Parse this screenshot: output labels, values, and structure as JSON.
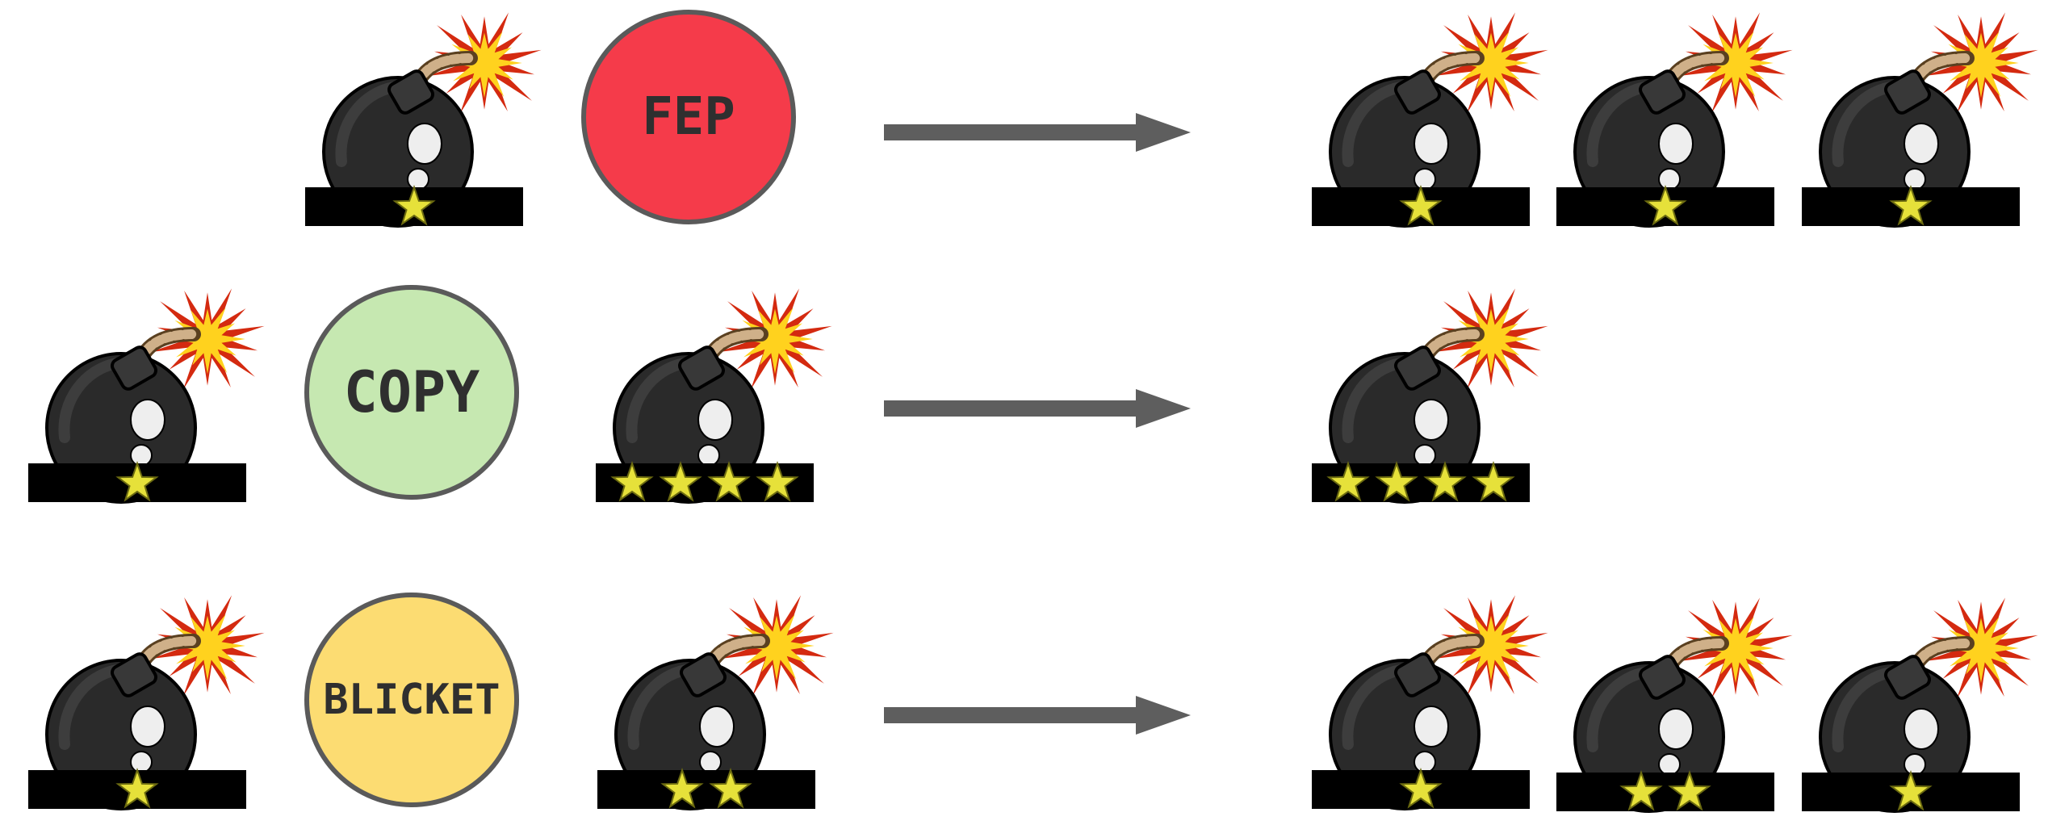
{
  "rows": [
    {
      "operator": {
        "label": "FEP",
        "color": "#f53b4a"
      },
      "inputs_left": [],
      "inputs_right": [
        {
          "stars": 1
        }
      ],
      "outputs": [
        {
          "stars": 1
        },
        {
          "stars": 1
        },
        {
          "stars": 1
        }
      ]
    },
    {
      "operator": {
        "label": "COPY",
        "color": "#c6e8b1"
      },
      "inputs_left": [
        {
          "stars": 1
        }
      ],
      "inputs_right": [
        {
          "stars": 4
        }
      ],
      "outputs": [
        {
          "stars": 4
        }
      ]
    },
    {
      "operator": {
        "label": "BLICKET",
        "color": "#fcdc72"
      },
      "inputs_left": [
        {
          "stars": 1
        }
      ],
      "inputs_right": [
        {
          "stars": 2
        }
      ],
      "outputs": [
        {
          "stars": 1
        },
        {
          "stars": 2
        },
        {
          "stars": 1
        }
      ]
    }
  ],
  "icons": {
    "bomb": "bomb-icon",
    "star": "star-icon",
    "arrow": "right-arrow-icon"
  },
  "colors": {
    "bomb_body": "#2a2a2a",
    "base_bar": "#000000",
    "star": "#e6e13a",
    "arrow": "#5e5e5e",
    "flame_outer": "#d42a10",
    "flame_inner": "#ffd21e"
  }
}
